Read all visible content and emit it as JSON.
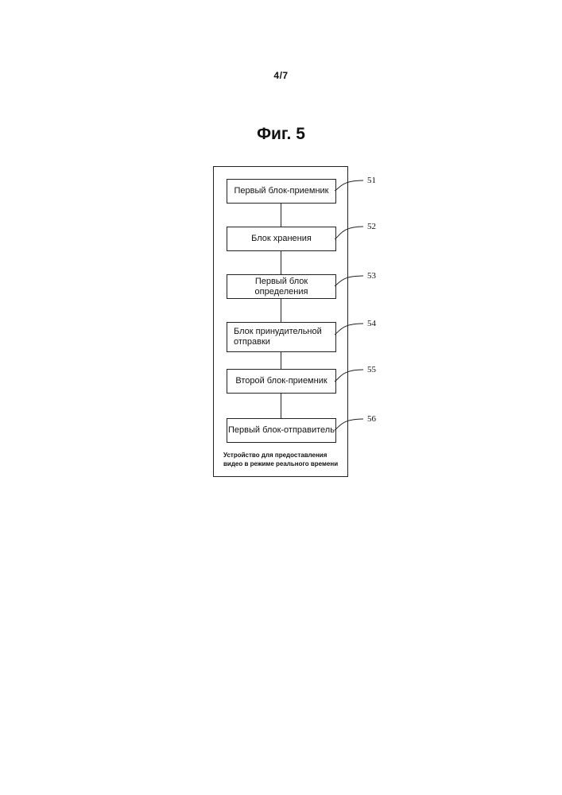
{
  "page_number": "4/7",
  "figure_title": "Фиг. 5",
  "blocks": [
    {
      "label": "Первый блок-приемник",
      "ref": "51"
    },
    {
      "label": "Блок хранения",
      "ref": "52"
    },
    {
      "label": "Первый блок определения",
      "ref": "53"
    },
    {
      "label": "Блок принудительной отправки",
      "ref": "54"
    },
    {
      "label": "Второй блок-приемник",
      "ref": "55"
    },
    {
      "label": "Первый блок-отправитель",
      "ref": "56"
    }
  ],
  "device_caption": "Устройство для предоставления видео в режиме реального времени"
}
